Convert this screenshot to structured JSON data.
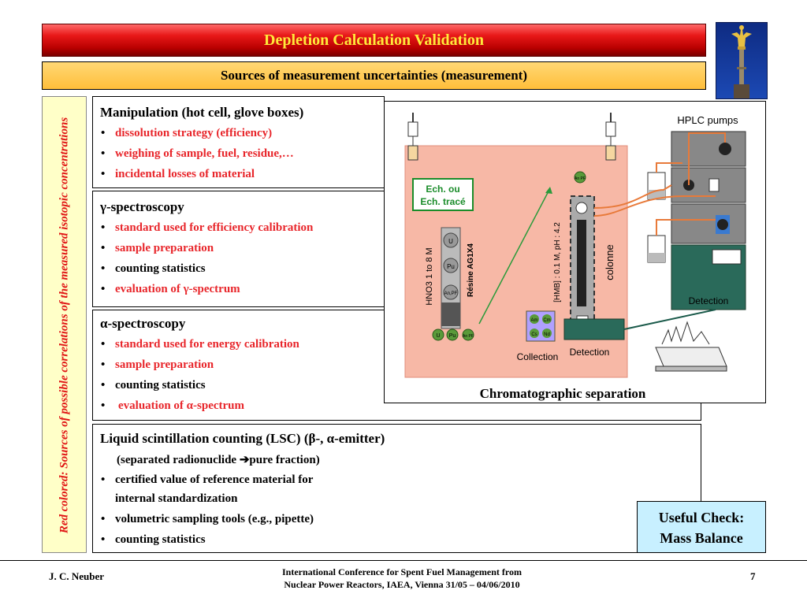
{
  "slide": {
    "title": "Depletion Calculation Validation",
    "subtitle": "Sources of measurement uncertainties (measurement)",
    "side_label": "Red colored: Sources of possible correlations of the measured isotopic concentrations"
  },
  "sections": [
    {
      "heading": "Manipulation (hot cell, glove boxes)",
      "items": [
        "dissolution strategy (efficiency)",
        "weighing of sample, fuel, residue,…",
        "incidental losses of material"
      ]
    },
    {
      "heading": "γ-spectroscopy",
      "items": [
        "standard used for efficiency calibration",
        "sample preparation",
        "counting statistics",
        "evaluation of γ-spectrum"
      ]
    },
    {
      "heading": "α-spectroscopy",
      "items": [
        "standard used for energy calibration",
        "sample preparation",
        "counting statistics",
        "evaluation of α-spectrum"
      ]
    },
    {
      "heading": "Liquid scintillation counting (LSC) (β-, α-emitter)",
      "subheading": "(separated radionuclide ➔pure fraction)",
      "items": [
        "certified value of reference material for",
        "internal standardization",
        "volumetric sampling tools (e.g., pipette)",
        "counting statistics"
      ]
    }
  ],
  "figure": {
    "caption": "Chromatographic separation",
    "hplc_label": "HPLC pumps",
    "ech_label_1": "Ech. ou",
    "ech_label_2": "Ech. tracé",
    "hno3_label": "HNO3 1 to 8 M",
    "resine_label": "Résine AG1X4",
    "hmb_label": "[HMB] : 0.1 M, pH : 4.2",
    "colonne_label": "colonne",
    "detection_inner": "Detection",
    "detection_right": "Detection",
    "collection_label": "Collection",
    "column_beads": [
      "U",
      "Pu",
      "An,PF"
    ],
    "bottom_dots": [
      "U",
      "Pu",
      "An PF"
    ],
    "an_pf_top": "An PF",
    "collect_dots": [
      "Am",
      "Cm",
      "Cs",
      "Nd"
    ]
  },
  "useful_check": {
    "line1": "Useful Check:",
    "line2": "Mass Balance"
  },
  "footer": {
    "author": "J. C. Neuber",
    "conference_line1": "International Conference for Spent Fuel Management from",
    "conference_line2": "Nuclear Power Reactors, IAEA, Vienna 31/05 – 04/06/2010",
    "page": "7"
  },
  "colors": {
    "title_bg": "#d80000",
    "title_text": "#ffea3a",
    "subtitle_bg": "#ffc24a",
    "side_bg": "#ffffc8",
    "side_text": "#e01414",
    "bullet_red": "#e8262b",
    "check_bg": "#c8f0ff",
    "figure_panel": "#f7b8a6",
    "ech_green": "#1a8c2a"
  },
  "logo": {
    "name": "victory-column-logo"
  }
}
